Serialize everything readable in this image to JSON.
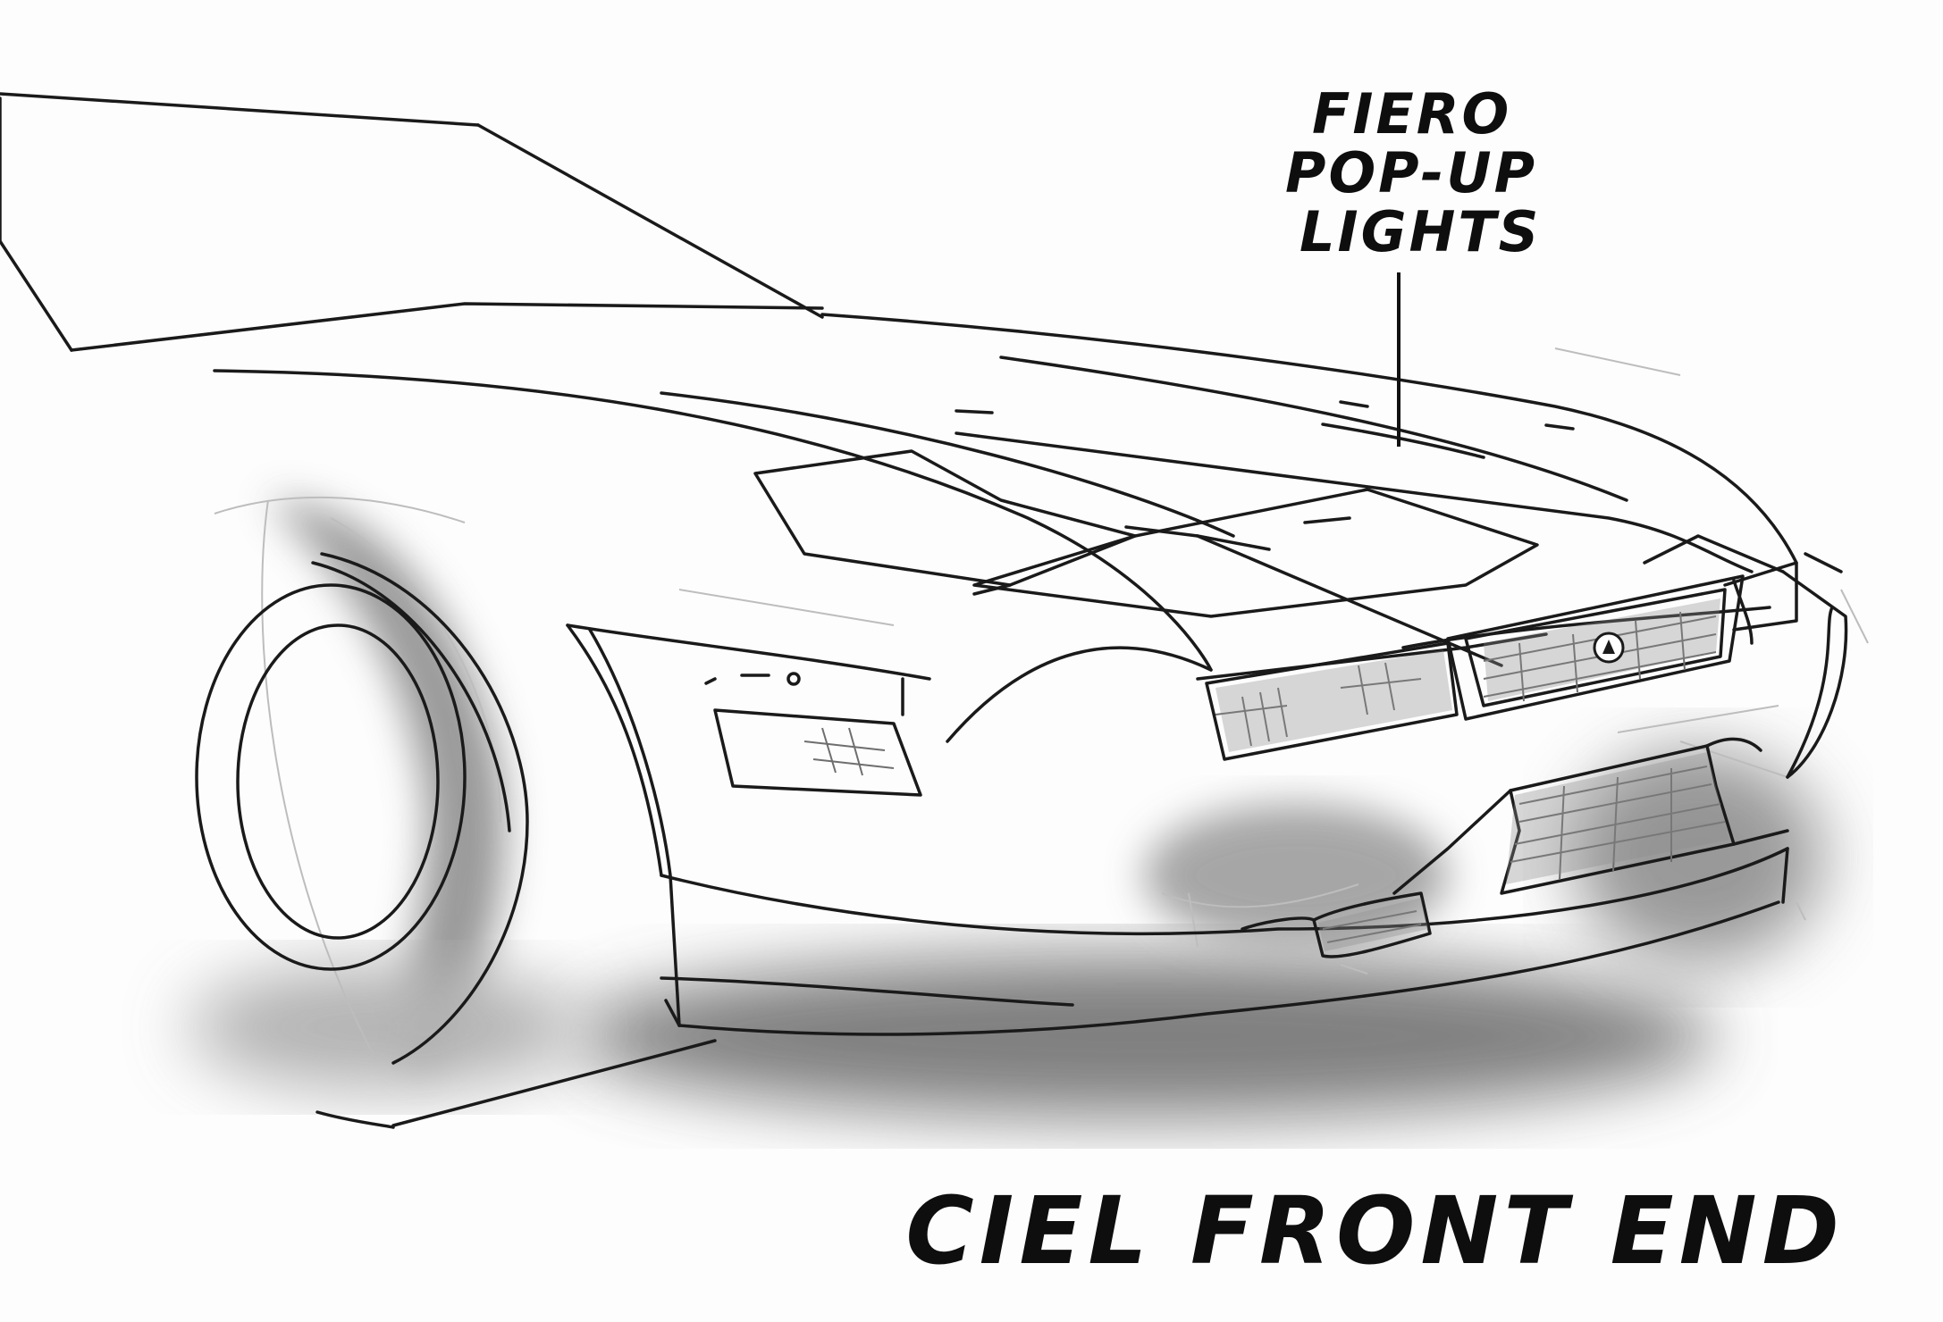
{
  "callout": {
    "lines": [
      "FIERO",
      "POP-UP",
      "LIGHTS"
    ]
  },
  "title": "CIEL FRONT END",
  "colors": {
    "ink": "#111111",
    "pencil": "#b8b8b8",
    "shadow": "#555555",
    "paper": "#fdfdfd",
    "grille": "#8c8c8c"
  }
}
